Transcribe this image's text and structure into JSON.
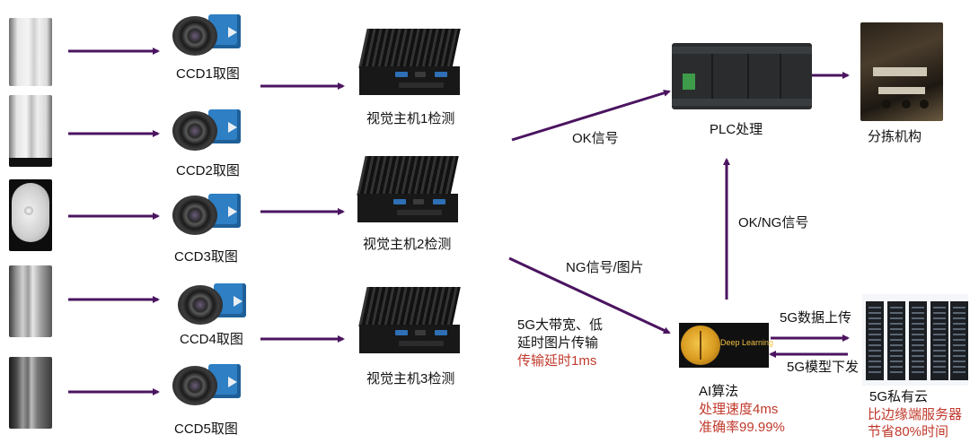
{
  "samples": [
    {
      "name": "sample-image-1",
      "style": "s1"
    },
    {
      "name": "sample-image-2",
      "style": "s2"
    },
    {
      "name": "sample-image-3",
      "style": "s3"
    },
    {
      "name": "sample-image-4",
      "style": "s4"
    },
    {
      "name": "sample-image-5",
      "style": "s5"
    }
  ],
  "cameras": [
    {
      "label": "CCD1取图"
    },
    {
      "label": "CCD2取图"
    },
    {
      "label": "CCD3取图"
    },
    {
      "label": "CCD4取图"
    },
    {
      "label": "CCD5取图"
    }
  ],
  "hosts": [
    {
      "label": "视觉主机1检测"
    },
    {
      "label": "视觉主机2检测"
    },
    {
      "label": "视觉主机3检测"
    }
  ],
  "plc": {
    "label": "PLC处理"
  },
  "sorter": {
    "label": "分拣机构"
  },
  "signals": {
    "ok": "OK信号",
    "ok_ng": "OK/NG信号",
    "ng_image": "NG信号/图片",
    "upload": "5G数据上传",
    "download": "5G模型下发"
  },
  "transport": {
    "line1": "5G大带宽、低",
    "line2": "延时图片传输",
    "line3": "传输延时1ms"
  },
  "ai": {
    "badge": "Deep Learning",
    "label": "AI算法",
    "stat1": "处理速度4ms",
    "stat2": "准确率99.99%"
  },
  "cloud": {
    "label": "5G私有云",
    "note1": "比边缘端服务器",
    "note2": "节省80%时间"
  },
  "colors": {
    "arrow": "#4b1460",
    "highlight": "#c0392b"
  }
}
